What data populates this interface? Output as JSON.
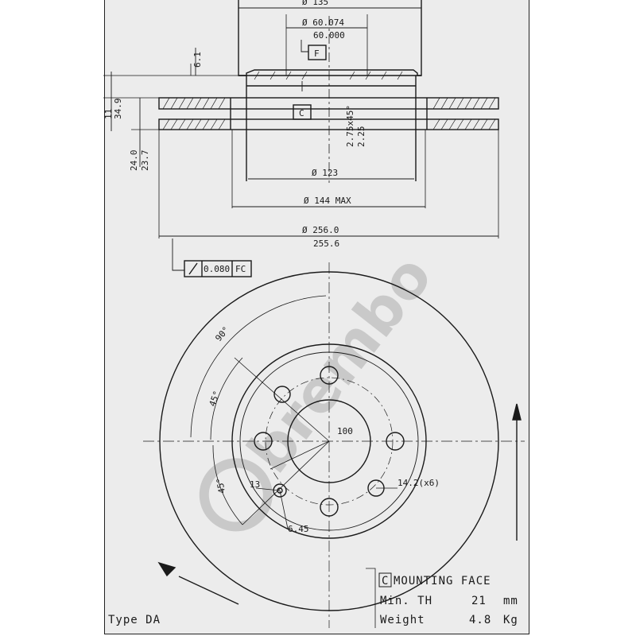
{
  "watermark": "brembo",
  "dimensions": {
    "top_dia": "Ø 135",
    "hub_bore_max": "Ø 60.074",
    "hub_bore_min": "60.000",
    "hat_offset": "6.1",
    "ref_f": "F",
    "ref_c": "C",
    "left_total": "34.9",
    "left_small": "11",
    "left_thick_a": "24.0",
    "left_thick_b": "23.7",
    "chamfer": "2.75x45°",
    "vent_depth": "2.25",
    "dia_123": "Ø 123",
    "dia_144": "Ø 144 MAX",
    "dia_outer_max": "Ø 256.0",
    "dia_outer_min": "255.6",
    "runout_value": "0.080",
    "runout_ref": "FC",
    "angle_90": "90°",
    "angle_45_top": "45°",
    "angle_45_bot": "45°",
    "pcd": "100",
    "hole_13": "13",
    "hole_14": "14.2(x6)",
    "hole_645": "6.45"
  },
  "info": {
    "mounting_face_ref": "C",
    "mounting_face": "MOUNTING FACE",
    "min_th_label": "Min. TH",
    "min_th_value": "21",
    "min_th_unit": "mm",
    "weight_label": "Weight",
    "weight_value": "4.8",
    "weight_unit": "Kg",
    "type": "Type DA"
  }
}
